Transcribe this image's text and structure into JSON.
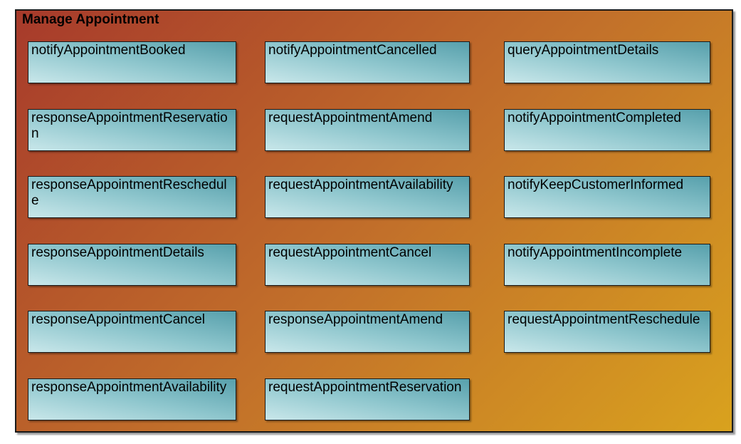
{
  "diagram": {
    "title": "Manage Appointment",
    "boxes": [
      {
        "label": "notifyAppointmentBooked"
      },
      {
        "label": "notifyAppointmentCancelled"
      },
      {
        "label": "queryAppointmentDetails"
      },
      {
        "label": "responseAppointmentReservation"
      },
      {
        "label": "requestAppointmentAmend"
      },
      {
        "label": "notifyAppointmentCompleted"
      },
      {
        "label": "responseAppointmentReschedule"
      },
      {
        "label": "requestAppointmentAvailability"
      },
      {
        "label": "notifyKeepCustomerInformed"
      },
      {
        "label": "responseAppointmentDetails"
      },
      {
        "label": "requestAppointmentCancel"
      },
      {
        "label": "notifyAppointmentIncomplete"
      },
      {
        "label": "responseAppointmentCancel"
      },
      {
        "label": "responseAppointmentAmend"
      },
      {
        "label": "requestAppointmentReschedule"
      },
      {
        "label": "responseAppointmentAvailability"
      },
      {
        "label": "requestAppointmentReservation"
      }
    ],
    "colors": {
      "background_gradient_start": "#a73a2b",
      "background_gradient_mid": "#c2702a",
      "background_gradient_end": "#d9a21e",
      "box_gradient_dark": "#57a0ac",
      "box_gradient_light": "#c9e7ea",
      "border": "#1a1a1a",
      "text": "#000000"
    }
  }
}
